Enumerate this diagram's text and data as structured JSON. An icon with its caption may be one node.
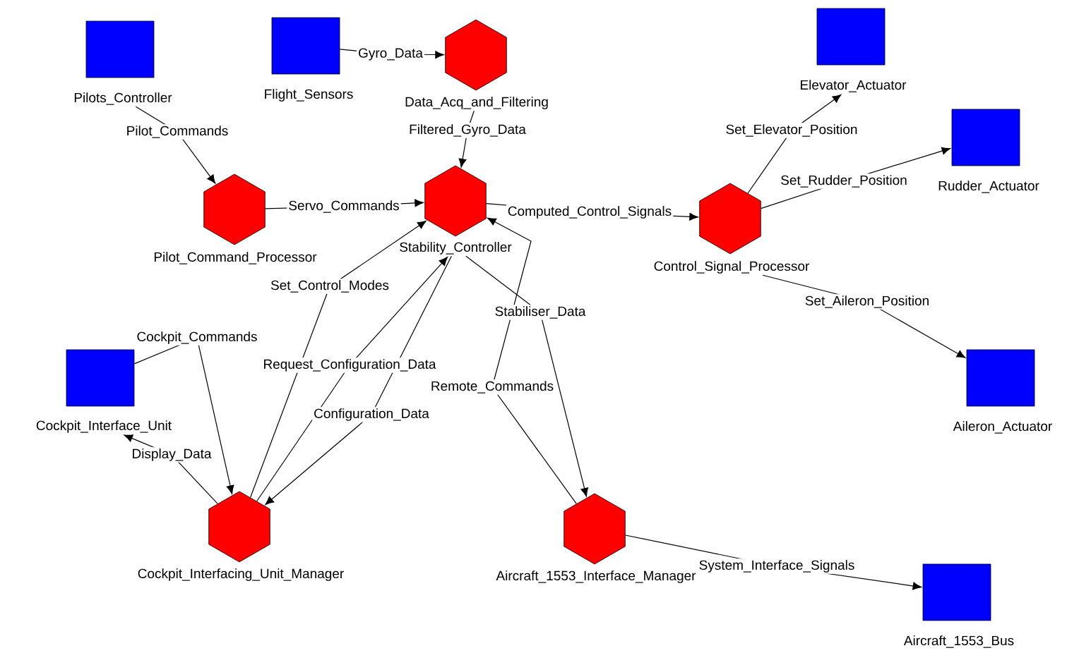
{
  "diagram": {
    "nodes": [
      {
        "text": [
          "Pilots_Controller"
        ]
      },
      {
        "text": [
          "Flight_Sensors"
        ]
      },
      {
        "text": [
          "Data_Acq_and_Filtering"
        ]
      },
      {
        "text": [
          "Elevator_Actuator"
        ]
      },
      {
        "text": [
          "Pilot_Command_Processor"
        ]
      },
      {
        "text": [
          "Stability_Controller"
        ]
      },
      {
        "text": [
          "Control_Signal_Processor"
        ]
      },
      {
        "text": [
          "Rudder_Actuator"
        ]
      },
      {
        "text": [
          "Cockpit_Interface_Unit"
        ]
      },
      {
        "text": [
          "Aileron_Actuator"
        ]
      },
      {
        "text": [
          "Cockpit_Interfacing_Unit_Manager"
        ]
      },
      {
        "text": [
          "Aircraft_1553_Interface_Manager"
        ]
      },
      {
        "text": [
          "Aircraft_1553_Bus"
        ]
      }
    ],
    "edges": [
      {
        "from": 0,
        "to": 4,
        "arrow": "to",
        "label": "Pilot_Commands"
      },
      {
        "from": 1,
        "to": 2,
        "arrow": "to",
        "label": "Gyro_Data"
      },
      {
        "from": 2,
        "to": 5,
        "arrow": "to",
        "label": "Filtered_Gyro_Data"
      },
      {
        "from": 4,
        "to": 5,
        "arrow": "to",
        "label": "Servo_Commands"
      },
      {
        "from": 5,
        "to": 6,
        "arrow": "to",
        "label": "Computed_Control_Signals"
      },
      {
        "from": 6,
        "to": 3,
        "arrow": "to",
        "label": "Set_Elevator_Position"
      },
      {
        "from": 6,
        "to": 7,
        "arrow": "to",
        "label": "Set_Rudder_Position"
      },
      {
        "from": 6,
        "to": 9,
        "arrow": "to",
        "label": "Set_Aileron_Position"
      },
      {
        "from": 8,
        "to": 10,
        "arrow": "to",
        "label": "Cockpit_Commands"
      },
      {
        "from": 10,
        "to": 8,
        "arrow": "to",
        "label": "Display_Data"
      },
      {
        "from": 10,
        "to": 5,
        "arrow": "to",
        "label": "Set_Control_Modes"
      },
      {
        "from": 10,
        "to": 5,
        "arrow": "to",
        "label": "Request_Configuration_Data"
      },
      {
        "from": 5,
        "to": 10,
        "arrow": "to",
        "label": "Configuration_Data"
      },
      {
        "from": 11,
        "to": 5,
        "arrow": "to",
        "label": "Remote_Commands"
      },
      {
        "from": 5,
        "to": 11,
        "arrow": "to",
        "label": "Stabiliser_Data"
      },
      {
        "from": 11,
        "to": 12,
        "arrow": "to",
        "label": "System_Interface_Signals"
      }
    ]
  }
}
